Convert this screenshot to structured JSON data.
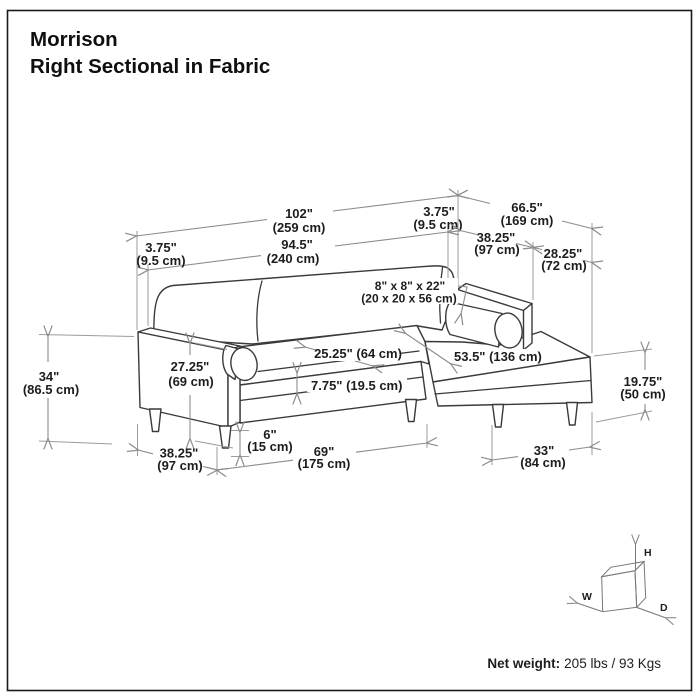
{
  "title": {
    "line1": "Morrison",
    "line2": "Right Sectional in Fabric"
  },
  "dimensions": {
    "overall_width": {
      "in": "102\"",
      "cm": "(259 cm)"
    },
    "interior_width": {
      "in": "94.5\"",
      "cm": "(240 cm)"
    },
    "arm_thickness_left": {
      "in": "3.75\"",
      "cm": "(9.5 cm)"
    },
    "arm_thickness_right": {
      "in": "3.75\"",
      "cm": "(9.5 cm)"
    },
    "overall_depth": {
      "in": "66.5\"",
      "cm": "(169 cm)"
    },
    "body_depth_top": {
      "in": "38.25\"",
      "cm": "(97 cm)"
    },
    "chaise_extension": {
      "in": "28.25\"",
      "cm": "(72 cm)"
    },
    "overall_height": {
      "in": "34\"",
      "cm": "(86.5 cm)"
    },
    "arm_height": {
      "in": "27.25\"",
      "cm": "(69 cm)"
    },
    "bolster_pillow": {
      "in": "8\" x 8\" x 22\"",
      "cm": "(20 x 20 x 56 cm)"
    },
    "seat_depth": {
      "label": "25.25\" (64 cm)"
    },
    "chaise_length": {
      "label": "53.5\" (136 cm)"
    },
    "seat_box_height": {
      "label": "7.75\" (19.5 cm)"
    },
    "body_depth_bottom": {
      "in": "38.25\"",
      "cm": "(97 cm)"
    },
    "leg_height": {
      "in": "6\"",
      "cm": "(15 cm)"
    },
    "seat_width": {
      "in": "69\"",
      "cm": "(175 cm)"
    },
    "chaise_width": {
      "in": "33\"",
      "cm": "(84 cm)"
    },
    "chaise_seat_height": {
      "in": "19.75\"",
      "cm": "(50 cm)"
    }
  },
  "axis_cube": {
    "h": "H",
    "w": "W",
    "d": "D"
  },
  "footer": {
    "net_weight_label": "Net weight:",
    "net_weight_value": "205 lbs / 93 Kgs"
  },
  "colors": {
    "line": "#3a3a3a",
    "dimension": "#8c8c8c",
    "text": "#1d1d1d"
  }
}
